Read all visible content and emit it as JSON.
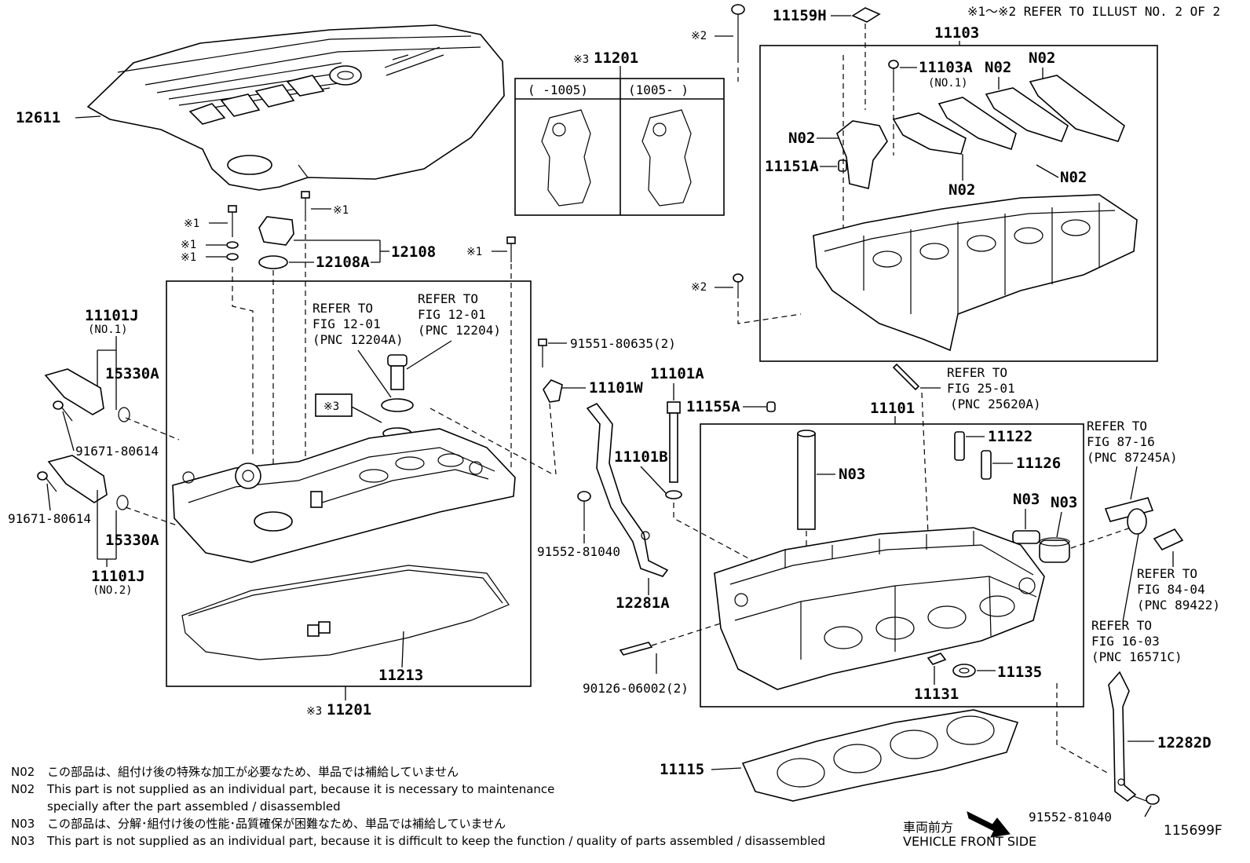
{
  "header_note": "※1～※2  REFER TO ILLUST NO. 2 OF 2",
  "illustration_number": "115699F",
  "parts": {
    "p12611": "12611",
    "p12108": "12108",
    "p12108A": "12108A",
    "p11201_top": "11201",
    "p11201_bottom": "11201",
    "p11101J_1": "11101J",
    "p11101J_1_sub": "(NO.1)",
    "p11101J_2": "11101J",
    "p11101J_2_sub": "(NO.2)",
    "p15330A_1": "15330A",
    "p15330A_2": "15330A",
    "p91671_1": "91671-80614",
    "p91671_2": "91671-80614",
    "p91551": "91551-80635(2)",
    "p11101W": "11101W",
    "p11101A": "11101A",
    "p11101B": "11101B",
    "p11155A": "11155A",
    "p11101": "11101",
    "p91552_1": "91552-81040",
    "p91552_2": "91552-81040",
    "p12281A": "12281A",
    "p11213": "11213",
    "p90126": "90126-06002(2)",
    "p11122": "11122",
    "p11126": "11126",
    "p11135": "11135",
    "p11131": "11131",
    "p11115": "11115",
    "p12282D": "12282D",
    "p11159H": "11159H",
    "p11103": "11103",
    "p11103A": "11103A",
    "p11103A_sub": "(NO.1)",
    "p11151A": "11151A"
  },
  "markers": {
    "m1": "※1",
    "m2": "※2",
    "m3": "※3",
    "m3_small": "※3"
  },
  "codes": {
    "n02": "N02",
    "n03": "N03"
  },
  "inset": {
    "col1": "(    -1005)",
    "col2": "(1005-    )"
  },
  "refs": {
    "ref_12204A": [
      "REFER TO",
      "FIG 12-01",
      "(PNC 12204A)"
    ],
    "ref_12204": [
      "REFER TO",
      "FIG 12-01",
      "(PNC 12204)"
    ],
    "ref_25620A": [
      "REFER TO",
      "FIG 25-01",
      "(PNC 25620A)"
    ],
    "ref_87245A": [
      "REFER TO",
      "FIG 87-16",
      "(PNC 87245A)"
    ],
    "ref_89422": [
      "REFER TO",
      "FIG 84-04",
      "(PNC 89422)"
    ],
    "ref_16571C": [
      "REFER TO",
      "FIG 16-03",
      "(PNC 16571C)"
    ]
  },
  "notes": [
    {
      "code": "N02",
      "text": "この部品は、組付け後の特殊な加工が必要なため、単品では補給していません"
    },
    {
      "code": "N02",
      "text": "This part is not supplied as an individual part, because it is necessary to maintenance"
    },
    {
      "code": "",
      "text": "specially after the part assembled / disassembled"
    },
    {
      "code": "N03",
      "text": "この部品は、分解･組付け後の性能･品質確保が困難なため、単品では補給していません"
    },
    {
      "code": "N03",
      "text": "This part is not supplied as an individual part, because it is difficult to keep the function / quality of parts  assembled / disassembled"
    }
  ],
  "footer": {
    "front_jp": "車両前方",
    "front_en": "VEHICLE FRONT SIDE"
  },
  "icons": [
    "toyota-logo-icon",
    "direction-arrow-icon"
  ]
}
